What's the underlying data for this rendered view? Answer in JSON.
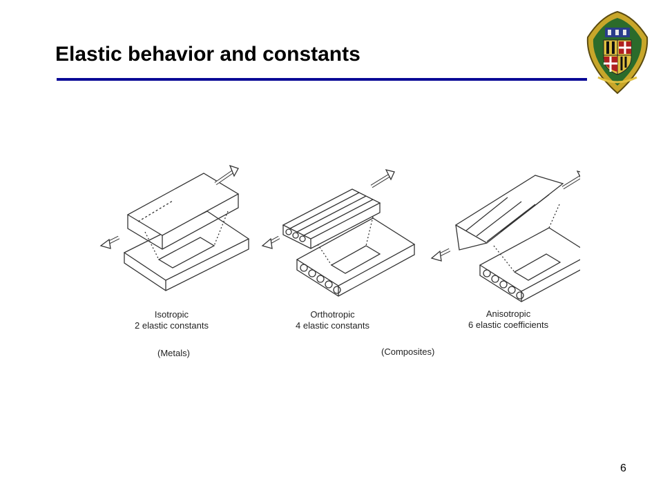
{
  "slide": {
    "title": "Elastic behavior and constants",
    "page_number": "6"
  },
  "colors": {
    "title_rule": "#0a0a96",
    "seal_gold": "#c8a62a",
    "seal_red": "#b02020"
  },
  "figure": {
    "panels": [
      {
        "name": "Isotropic",
        "constants": "2 elastic constants"
      },
      {
        "name": "Orthotropic",
        "constants": "4 elastic constants"
      },
      {
        "name": "Anisotropic",
        "constants": "6 elastic coefficients"
      }
    ],
    "group_labels": {
      "metals": "(Metals)",
      "composites": "(Composites)"
    }
  },
  "icons": {
    "logo": "university-seal-icon"
  }
}
